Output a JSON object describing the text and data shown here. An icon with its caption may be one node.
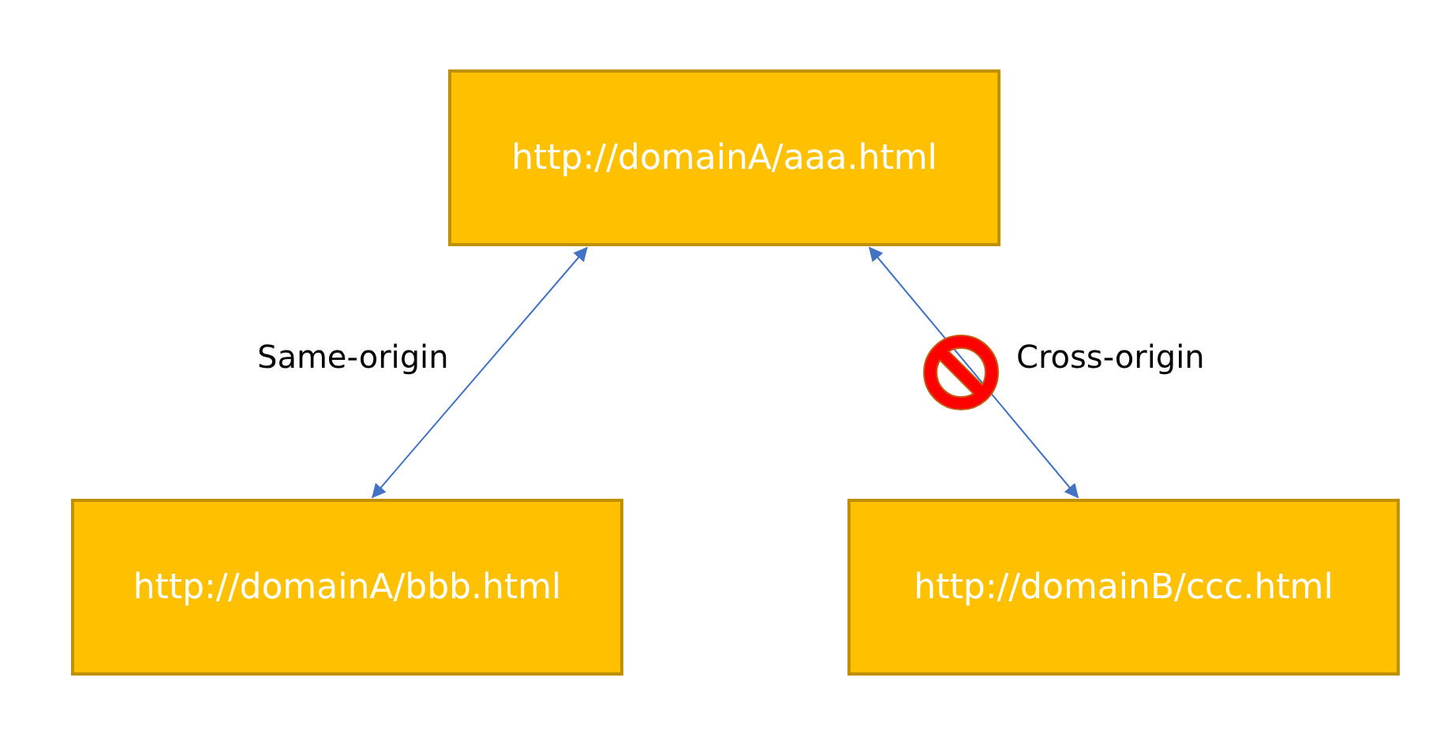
{
  "diagram": {
    "nodes": [
      {
        "text": [
          "http://domainA/aaa.html"
        ]
      },
      {
        "text": [
          "http://domainA/bbb.html"
        ]
      },
      {
        "text": [
          "http://domainB/ccc.html"
        ]
      }
    ],
    "edges": [
      {
        "from": 0,
        "to": 1,
        "arrow": "both",
        "label": "Same-origin"
      },
      {
        "from": 0,
        "to": 2,
        "arrow": "both",
        "label": "Cross-origin"
      }
    ]
  }
}
